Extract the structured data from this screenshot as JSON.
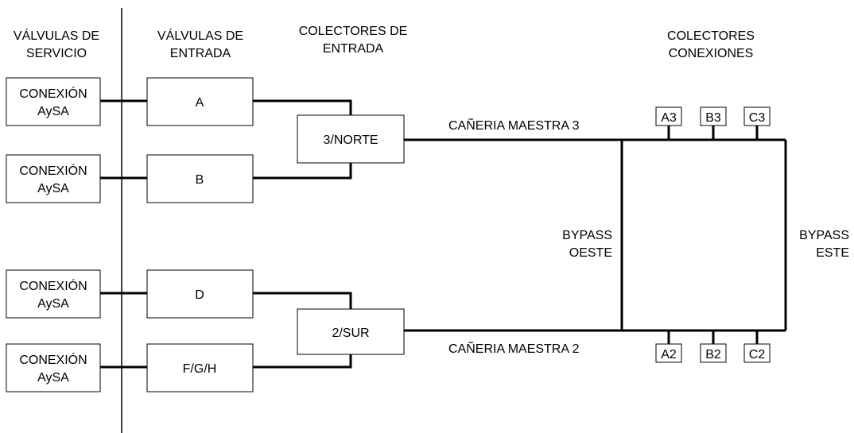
{
  "headers": {
    "servicio": [
      "VÁLVULAS DE",
      "SERVICIO"
    ],
    "entrada": [
      "VÁLVULAS DE",
      "ENTRADA"
    ],
    "colectores_entrada": [
      "COLECTORES DE",
      "ENTRADA"
    ],
    "colectores_conexiones": [
      "COLECTORES",
      "CONEXIONES"
    ]
  },
  "service_valves": [
    [
      "CONEXIÓN",
      "AySA"
    ],
    [
      "CONEXIÓN",
      "AySA"
    ],
    [
      "CONEXIÓN",
      "AySA"
    ],
    [
      "CONEXIÓN",
      "AySA"
    ]
  ],
  "inlet_valves": [
    "A",
    "B",
    "D",
    "F/G/H"
  ],
  "collectors": [
    "3/NORTE",
    "2/SUR"
  ],
  "mains": [
    "CAÑERIA MAESTRA 3",
    "CAÑERIA MAESTRA 2"
  ],
  "bypass": {
    "oeste": [
      "BYPASS",
      "OESTE"
    ],
    "este": [
      "BYPASS",
      "ESTE"
    ]
  },
  "connections_top": [
    "A3",
    "B3",
    "C3"
  ],
  "connections_bottom": [
    "A2",
    "B2",
    "C2"
  ]
}
